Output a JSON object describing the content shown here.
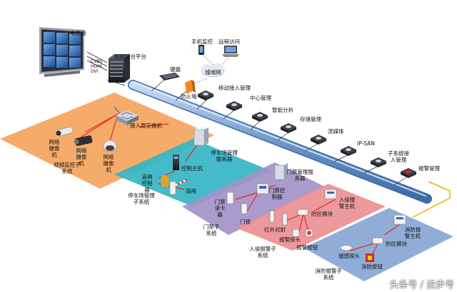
{
  "video_wall": {
    "label": "电视墙"
  },
  "signals": [
    "CVBS",
    "HDMI",
    "DVI"
  ],
  "video_platform": {
    "label": "视频综合平台"
  },
  "mobile_monitor": {
    "label": "手机监控"
  },
  "remote_access": {
    "label": "远程访问"
  },
  "keyboard": {
    "label": "键盘"
  },
  "wan": {
    "label": "城域网"
  },
  "firewall": {
    "label": "防火墙"
  },
  "backbone_nodes": [
    {
      "label": "移动接入管理"
    },
    {
      "label": "中心管理"
    },
    {
      "label": "智能分析"
    },
    {
      "label": "存储管理"
    },
    {
      "label": "流媒体"
    },
    {
      "label": "IP-SAN"
    },
    {
      "label": "子系统接入管理"
    },
    {
      "label": "报警管理"
    }
  ],
  "video_subsystem": {
    "access_switch": "接入层交换机",
    "camera_1": "网络摄像机",
    "camera_2": "网络摄像机",
    "camera_3": "网络摄像机",
    "name": "视频监控子系统"
  },
  "parking_subsystem": {
    "server": "停车场管理服务器",
    "control_host": "控制主机",
    "gate_controller": "道闸控制器",
    "gate": "道闸",
    "name": "停车场管理子系统"
  },
  "access_subsystem": {
    "server": "门禁管理服务器",
    "controller": "门禁控制器",
    "reader": "门禁读卡器",
    "lock": "门锁",
    "name": "门禁子系统"
  },
  "intrusion_subsystem": {
    "host": "入侵报警主机",
    "zone_module": "防区模块",
    "ir_beam": "红外对射",
    "detector": "报警探头",
    "button": "报警按钮",
    "name": "入侵报警子系统"
  },
  "fire_subsystem": {
    "host": "消防报警主机",
    "zone_module": "防区模块",
    "smoke": "烟感探头",
    "button": "消防按钮",
    "name": "消防报警子系统"
  },
  "watermark": {
    "text": "头条号 / 进步号"
  },
  "colors": {
    "video_zone": "#f4a25a",
    "parking_zone": "#35b5c4",
    "access_zone": "#a393c9",
    "intrusion_zone": "#ec8f93",
    "fire_zone": "#86a6d2",
    "backbone": "#8fb3d9",
    "link_red": "#e8261c",
    "link_yellow": "#e8b400",
    "link_blue": "#3a66c4"
  }
}
